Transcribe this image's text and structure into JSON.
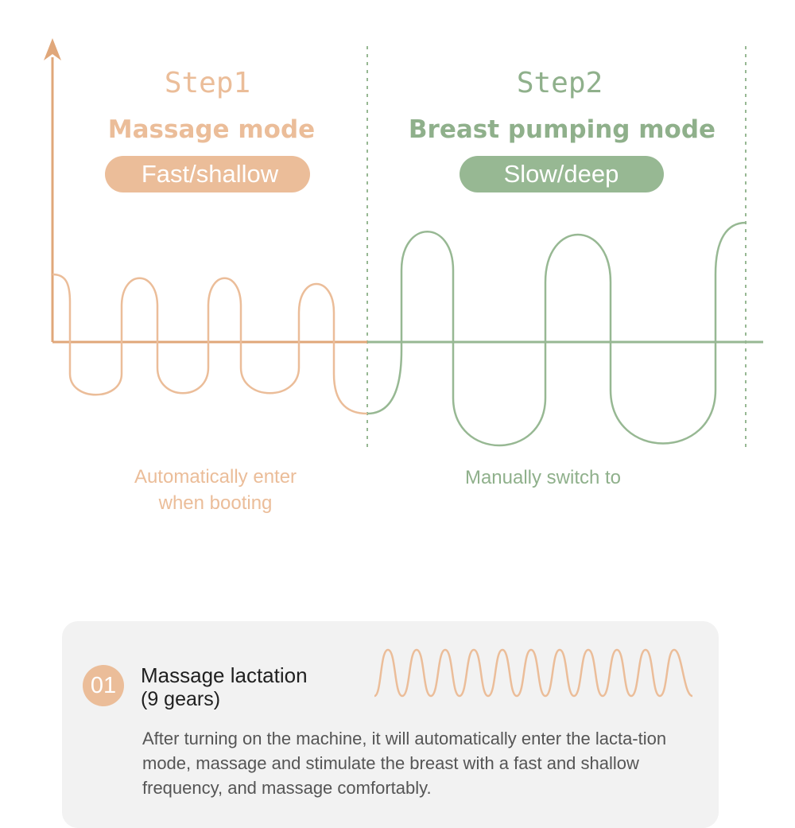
{
  "colors": {
    "step1": "#ebbd99",
    "step1_axis": "#e0a77a",
    "step2": "#97b893",
    "step2_text": "#8fb08b",
    "card_bg": "#f2f2f2"
  },
  "step1": {
    "step_label": "Step1",
    "mode_label": "Massage mode",
    "pill_label": "Fast/shallow",
    "caption_lines": [
      "Automatically enter",
      "when booting"
    ]
  },
  "step2": {
    "step_label": "Step2",
    "mode_label": "Breast pumping mode",
    "pill_label": "Slow/deep",
    "caption_lines": [
      "Manually switch to"
    ]
  },
  "card": {
    "badge": "01",
    "title": "Massage lactation",
    "subtitle": "(9 gears)",
    "description": "After turning on the machine, it will automatically enter the lacta-tion mode, massage and stimulate the breast with a fast and shallow frequency, and massage comfortably."
  },
  "icons": {
    "axis_arrow": "arrow-up-icon",
    "mini_wave": "wave-icon"
  }
}
